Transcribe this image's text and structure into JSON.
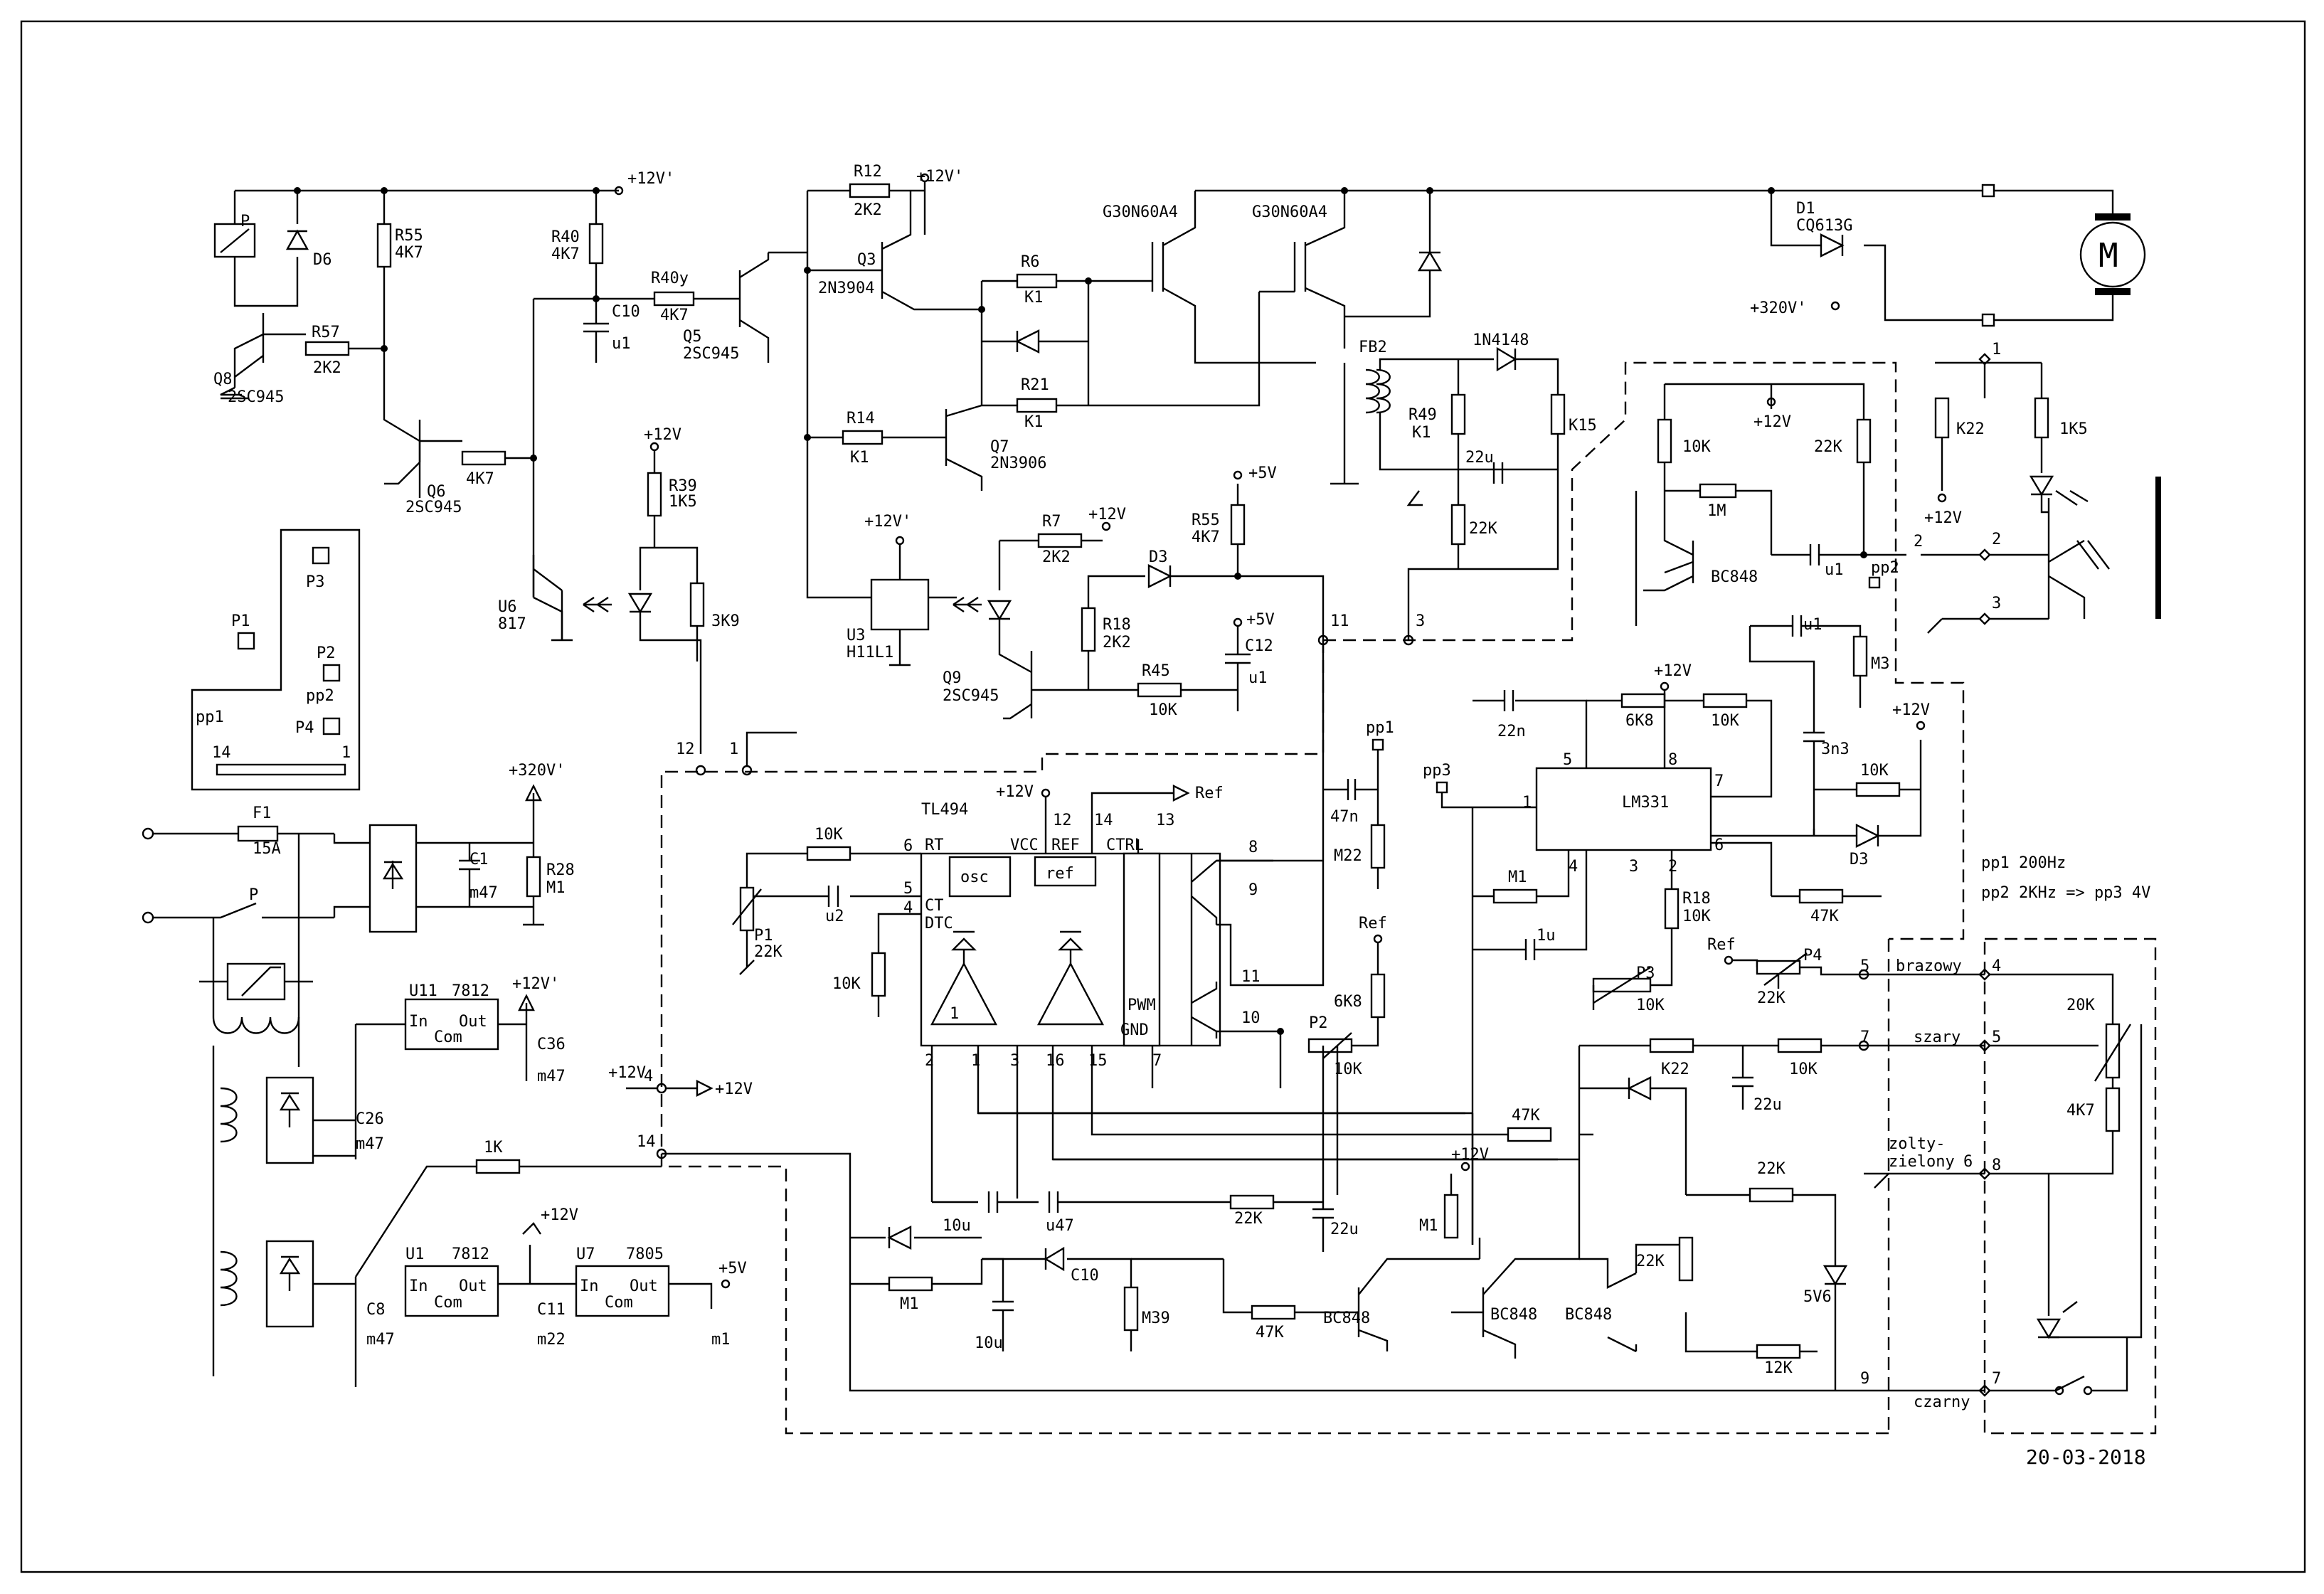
{
  "title_block": {
    "date": "20-03-2018"
  },
  "rails": {
    "v12p": "+12V'",
    "v12": "+12V",
    "v5": "+5V",
    "v320": "+320V'",
    "ref": "Ref"
  },
  "igbt": [
    "G30N60A4",
    "G30N60A4"
  ],
  "components": {
    "p_relay": "P",
    "d6": "D6",
    "r55a": "R55",
    "r55a_v": "4K7",
    "r57": "R57",
    "r57_v": "2K2",
    "q8": "Q8",
    "q8_t": "2SC945",
    "r40": "R40",
    "r40_v": "4K7",
    "r40y": "R40y",
    "r40y_v": "4K7",
    "c10": "C10",
    "c10_v": "u1",
    "q5": "Q5",
    "q5_t": "2SC945",
    "q6": "Q6",
    "q6_t": "2SC945",
    "r6q": "4K7",
    "r12": "R12",
    "r12_v": "2K2",
    "q3": "Q3",
    "q3_t": "2N3904",
    "r6": "R6",
    "r6_v": "K1",
    "r21": "R21",
    "r21_v": "K1",
    "r14": "R14",
    "r14_v": "K1",
    "q7": "Q7",
    "q7_t": "2N3906",
    "d1": "D1",
    "d1_t": "CQ613G",
    "motor": "M",
    "fb2": "FB2",
    "d1n": "1N4148",
    "r49": "R49",
    "r49_v": "K1",
    "k15": "K15",
    "c22u": "22u",
    "r22k": "22K",
    "u6": "U6",
    "u6_t": "817",
    "r39": "R39",
    "r39_v": "1K5",
    "r3k9": "3K9",
    "u3": "U3",
    "u3_t": "H11L1",
    "r7": "R7",
    "r7_v": "2K2",
    "d3": "D3",
    "r55b": "R55",
    "r55b_v": "4K7",
    "r18a": "R18",
    "r18a_v": "2K2",
    "q9": "Q9",
    "q9_t": "2SC945",
    "r45": "R45",
    "r45_v": "10K",
    "c12": "C12",
    "c12_v": "u1",
    "bc848": "BC848",
    "r10k": "10K",
    "r1m": "1M",
    "cu1": "u1",
    "r22kb": "22K",
    "m3": "M3",
    "r1k5": "1K5",
    "rk22": "K22",
    "lm331": "LM331",
    "c22n": "22n",
    "r6k8": "6K8",
    "c3n3": "3n3",
    "rm1": "M1",
    "c1u": "1u",
    "p3": "P3",
    "r18b": "R18",
    "r18b_v": "10K",
    "r47k": "47K",
    "d3b": "D3",
    "tl494": "TL494",
    "osc": "osc",
    "refblk": "ref",
    "pwm": "PWM",
    "dtc": "DTC",
    "rt": "RT",
    "ct": "CT",
    "vcc": "VCC",
    "refpin": "REF",
    "ctrl": "CTRL",
    "gnd": "GND",
    "p1": "P1",
    "p1_v": "22K",
    "c_u2": "u2",
    "c47n": "47n",
    "rm22": "M22",
    "r6k8b": "6K8",
    "p2": "P2",
    "p2_v": "10K",
    "f1": "F1",
    "f1_v": "15A",
    "c1": "C1",
    "c1_v": "m47",
    "r28": "R28",
    "r28_v": "M1",
    "u11": "U11",
    "u11_t": "7812",
    "c36": "C36",
    "c36_v": "m47",
    "c26": "C26",
    "c26_v": "m47",
    "u1": "U1",
    "u1_t": "7812",
    "u7": "U7",
    "u7_t": "7805",
    "c8": "C8",
    "c8_v": "m47",
    "c11": "C11",
    "c11_v": "m22",
    "c_m1": "m1",
    "r1k": "1K",
    "reg_in": "In",
    "reg_out": "Out",
    "reg_com": "Com",
    "c10u": "10u",
    "cu47": "u47",
    "c22u2": "22u",
    "c10u2": "10u",
    "rm1b": "M1",
    "c10b": "C10",
    "rm39": "M39",
    "rk22b": "K22",
    "r12k": "12K",
    "d5v6": "5V6",
    "p4": "P4",
    "p4_v": "22K",
    "r20k": "20K",
    "r4k7": "4K7"
  },
  "pcb": {
    "p1": "P1",
    "p2": "P2",
    "p3": "P3",
    "p4": "P4",
    "pp1": "pp1",
    "pp2": "pp2",
    "c14": "14",
    "c1": "1"
  },
  "probes": {
    "pp1": "pp1",
    "pp2": "pp2",
    "pp3": "pp3"
  },
  "notes": [
    "pp1 200Hz",
    "pp2 2KHz => pp3 4V"
  ],
  "connector_left": {
    "pins": [
      "1",
      "2",
      "3"
    ]
  },
  "connector_right": {
    "pins": [
      "5",
      "7",
      "6",
      "9"
    ],
    "pins_b": [
      "4",
      "5",
      "8",
      "7"
    ],
    "wires": [
      "brazowy",
      "szary",
      "zolty-",
      "zielony",
      "czarny"
    ]
  },
  "pin_labels": {
    "n11": "11",
    "n3": "3",
    "n12": "12",
    "n1": "1",
    "n4": "4",
    "n14": "14",
    "tl6": "6",
    "tl5": "5",
    "tl4": "4",
    "tl12": "12",
    "tl14": "14",
    "tl13": "13",
    "tl8": "8",
    "tl9": "9",
    "tl11": "11",
    "tl10": "10",
    "tl2": "2",
    "tl1": "1",
    "tl3": "3",
    "tl16": "16",
    "tl15": "15",
    "tl7": "7",
    "lm5": "5",
    "lm8": "8",
    "lm7": "7",
    "lm1": "1",
    "lm4": "4",
    "lm3": "3",
    "lm2": "2",
    "lm6": "6",
    "c1": "1",
    "c2": "2",
    "c3": "3"
  }
}
